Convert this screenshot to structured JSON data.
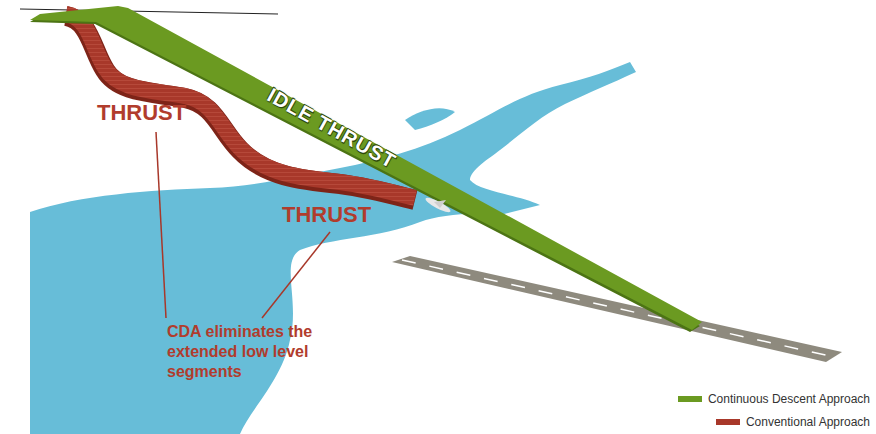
{
  "diagram": {
    "labels": [
      "THRUST",
      "IDLE THRUST",
      "THRUST",
      "CDA eliminates the extended low level segments"
    ],
    "legend": [
      {
        "text": "Continuous Descent Approach",
        "color": "#6b9a21"
      },
      {
        "text": "Conventional Approach",
        "color": "#a8382a"
      }
    ]
  }
}
